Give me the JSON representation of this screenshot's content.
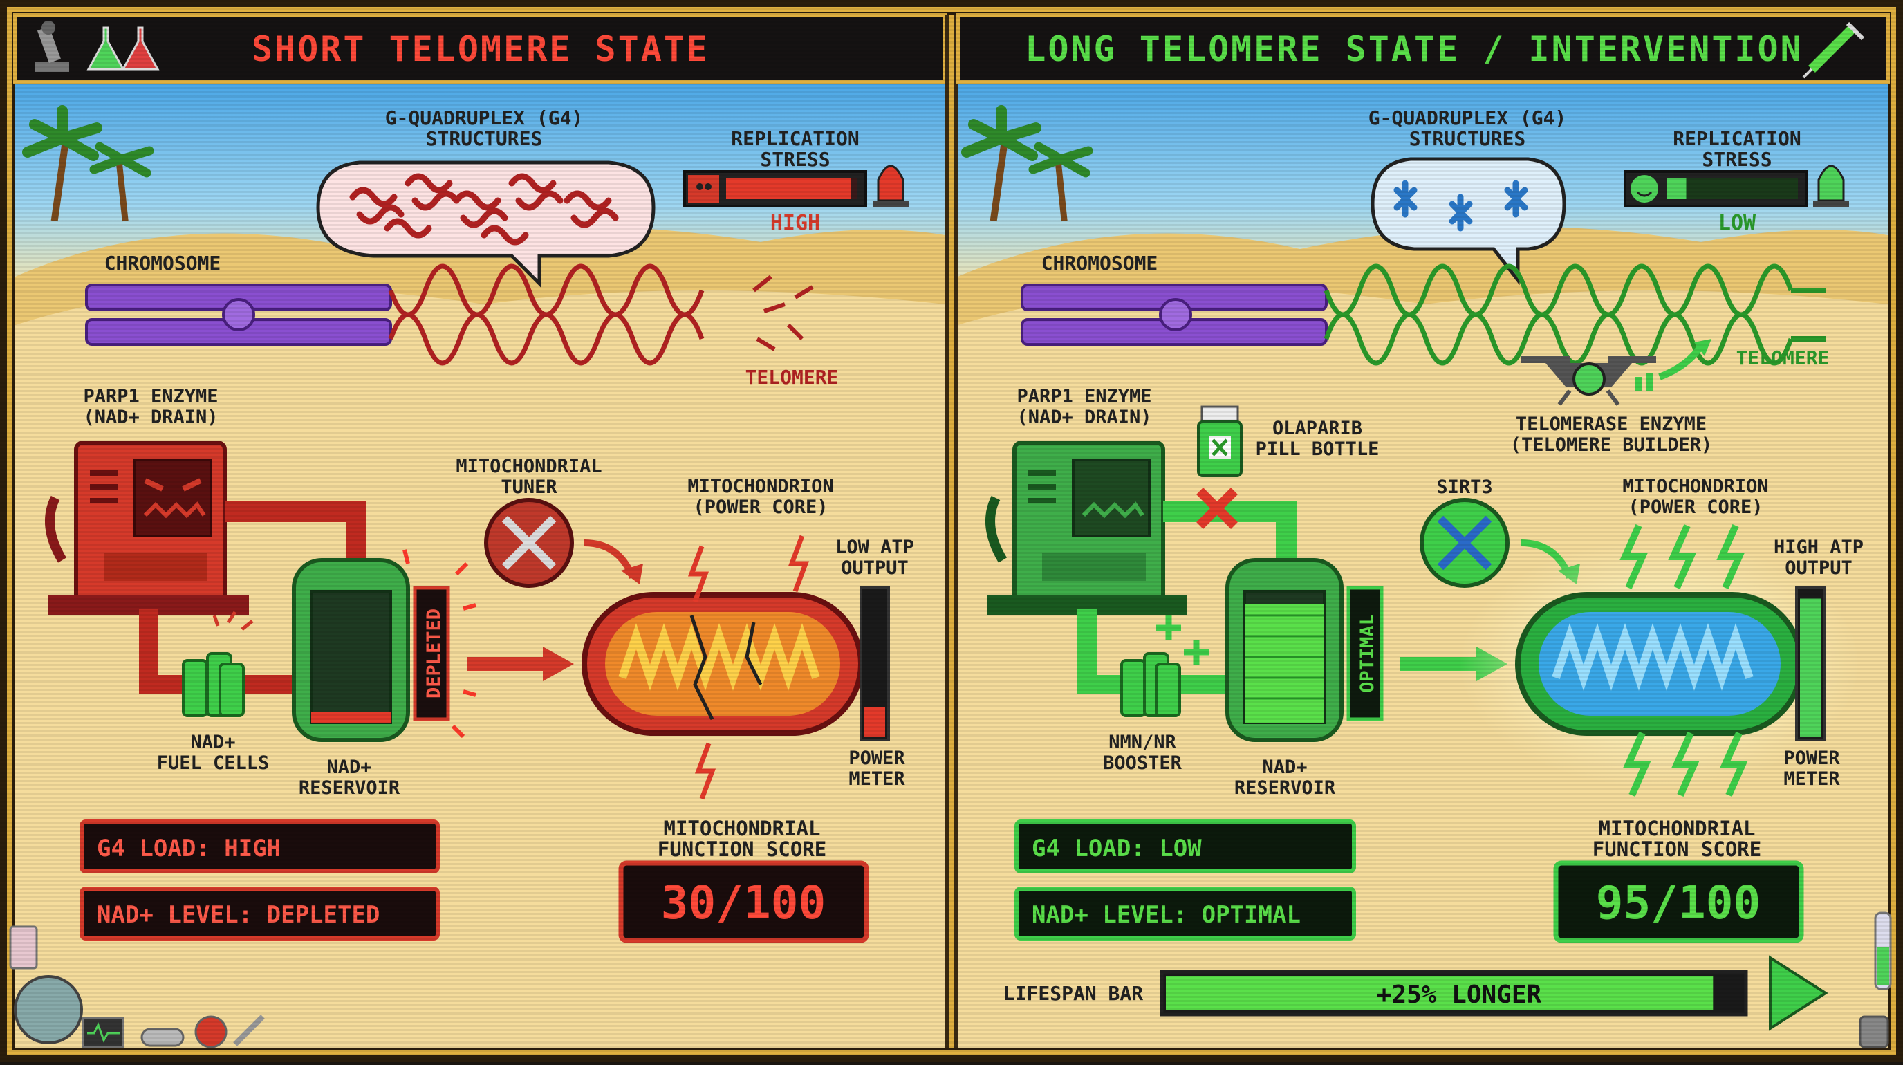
{
  "colors": {
    "bad": "#d63a2a",
    "good": "#3fcf4a",
    "purple": "#8a4fd0",
    "sand": "#f2dc9a",
    "frame": "#3a2a12",
    "gold": "#e0b040",
    "blue": "#3aa8e8"
  },
  "left": {
    "header": "SHORT TELOMERE STATE",
    "g4_label": [
      "G-QUADRUPLEX (G4)",
      "STRUCTURES"
    ],
    "stress_label": [
      "REPLICATION",
      "STRESS"
    ],
    "stress_value": "HIGH",
    "stress_level": 0.95,
    "chromosome_label": "CHROMOSOME",
    "telomere_label": "TELOMERE",
    "parp_label": [
      "PARP1 ENZYME",
      "(NAD+ DRAIN)"
    ],
    "tuner_label": [
      "MITOCHONDRIAL",
      "TUNER"
    ],
    "mito_label": [
      "MITOCHONDRION",
      "(POWER CORE)"
    ],
    "atp_label": [
      "LOW ATP",
      "OUTPUT"
    ],
    "reservoir_status": "DEPLETED",
    "reservoir_fill": 0.08,
    "fuel_label": [
      "NAD+",
      "FUEL CELLS"
    ],
    "reservoir_label": [
      "NAD+",
      "RESERVOIR"
    ],
    "meter_label": [
      "POWER",
      "METER"
    ],
    "meter_level": 0.2,
    "g4_status": "G4 LOAD: HIGH",
    "nad_status": "NAD+ LEVEL: DEPLETED",
    "score_label": [
      "MITOCHONDRIAL",
      "FUNCTION SCORE"
    ],
    "score": "30/100"
  },
  "right": {
    "header": "LONG TELOMERE STATE / INTERVENTION",
    "g4_label": [
      "G-QUADRUPLEX (G4)",
      "STRUCTURES"
    ],
    "stress_label": [
      "REPLICATION",
      "STRESS"
    ],
    "stress_value": "LOW",
    "stress_level": 0.15,
    "chromosome_label": "CHROMOSOME",
    "telomere_label": "TELOMERE",
    "telomerase_label": [
      "TELOMERASE ENZYME",
      "(TELOMERE BUILDER)"
    ],
    "parp_label": [
      "PARP1 ENZYME",
      "(NAD+ DRAIN)"
    ],
    "olaparib_label": [
      "OLAPARIB",
      "PILL BOTTLE"
    ],
    "sirt_label": "SIRT3",
    "mito_label": [
      "MITOCHONDRION",
      "(POWER CORE)"
    ],
    "atp_label": [
      "HIGH ATP",
      "OUTPUT"
    ],
    "reservoir_status": "OPTIMAL",
    "reservoir_fill": 0.9,
    "booster_label": [
      "NMN/NR",
      "BOOSTER"
    ],
    "reservoir_label": [
      "NAD+",
      "RESERVOIR"
    ],
    "meter_label": [
      "POWER",
      "METER"
    ],
    "meter_level": 0.95,
    "g4_status": "G4 LOAD: LOW",
    "nad_status": "NAD+ LEVEL: OPTIMAL",
    "score_label": [
      "MITOCHONDRIAL",
      "FUNCTION SCORE"
    ],
    "score": "95/100",
    "lifespan_label": "LIFESPAN BAR",
    "lifespan_value": "+25% LONGER",
    "lifespan_fill": 0.95
  }
}
